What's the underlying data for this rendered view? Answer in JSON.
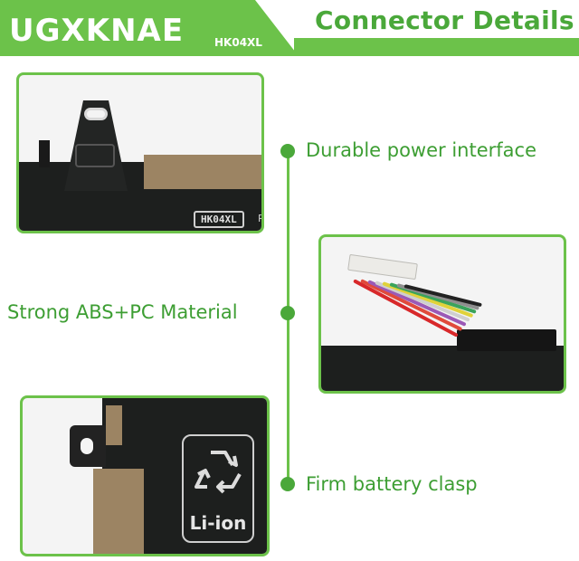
{
  "header": {
    "brand_name": "UGXKNAE",
    "model": "HK04XL",
    "title": "Connector Details"
  },
  "features": [
    {
      "label": "Durable power interface"
    },
    {
      "label": "Strong ABS+PC Material"
    },
    {
      "label": "Firm battery clasp"
    }
  ],
  "photos": {
    "top": {
      "label_text": "HK04XL",
      "trailing_text": "R"
    },
    "bottom": {
      "label_text": "Li-ion"
    }
  },
  "colors": {
    "accent": "#6cc24a",
    "accent_dark": "#4aa83a",
    "battery": "#1d1f1e",
    "tape": "#9c8463"
  },
  "icons": [
    "recycle-icon"
  ]
}
